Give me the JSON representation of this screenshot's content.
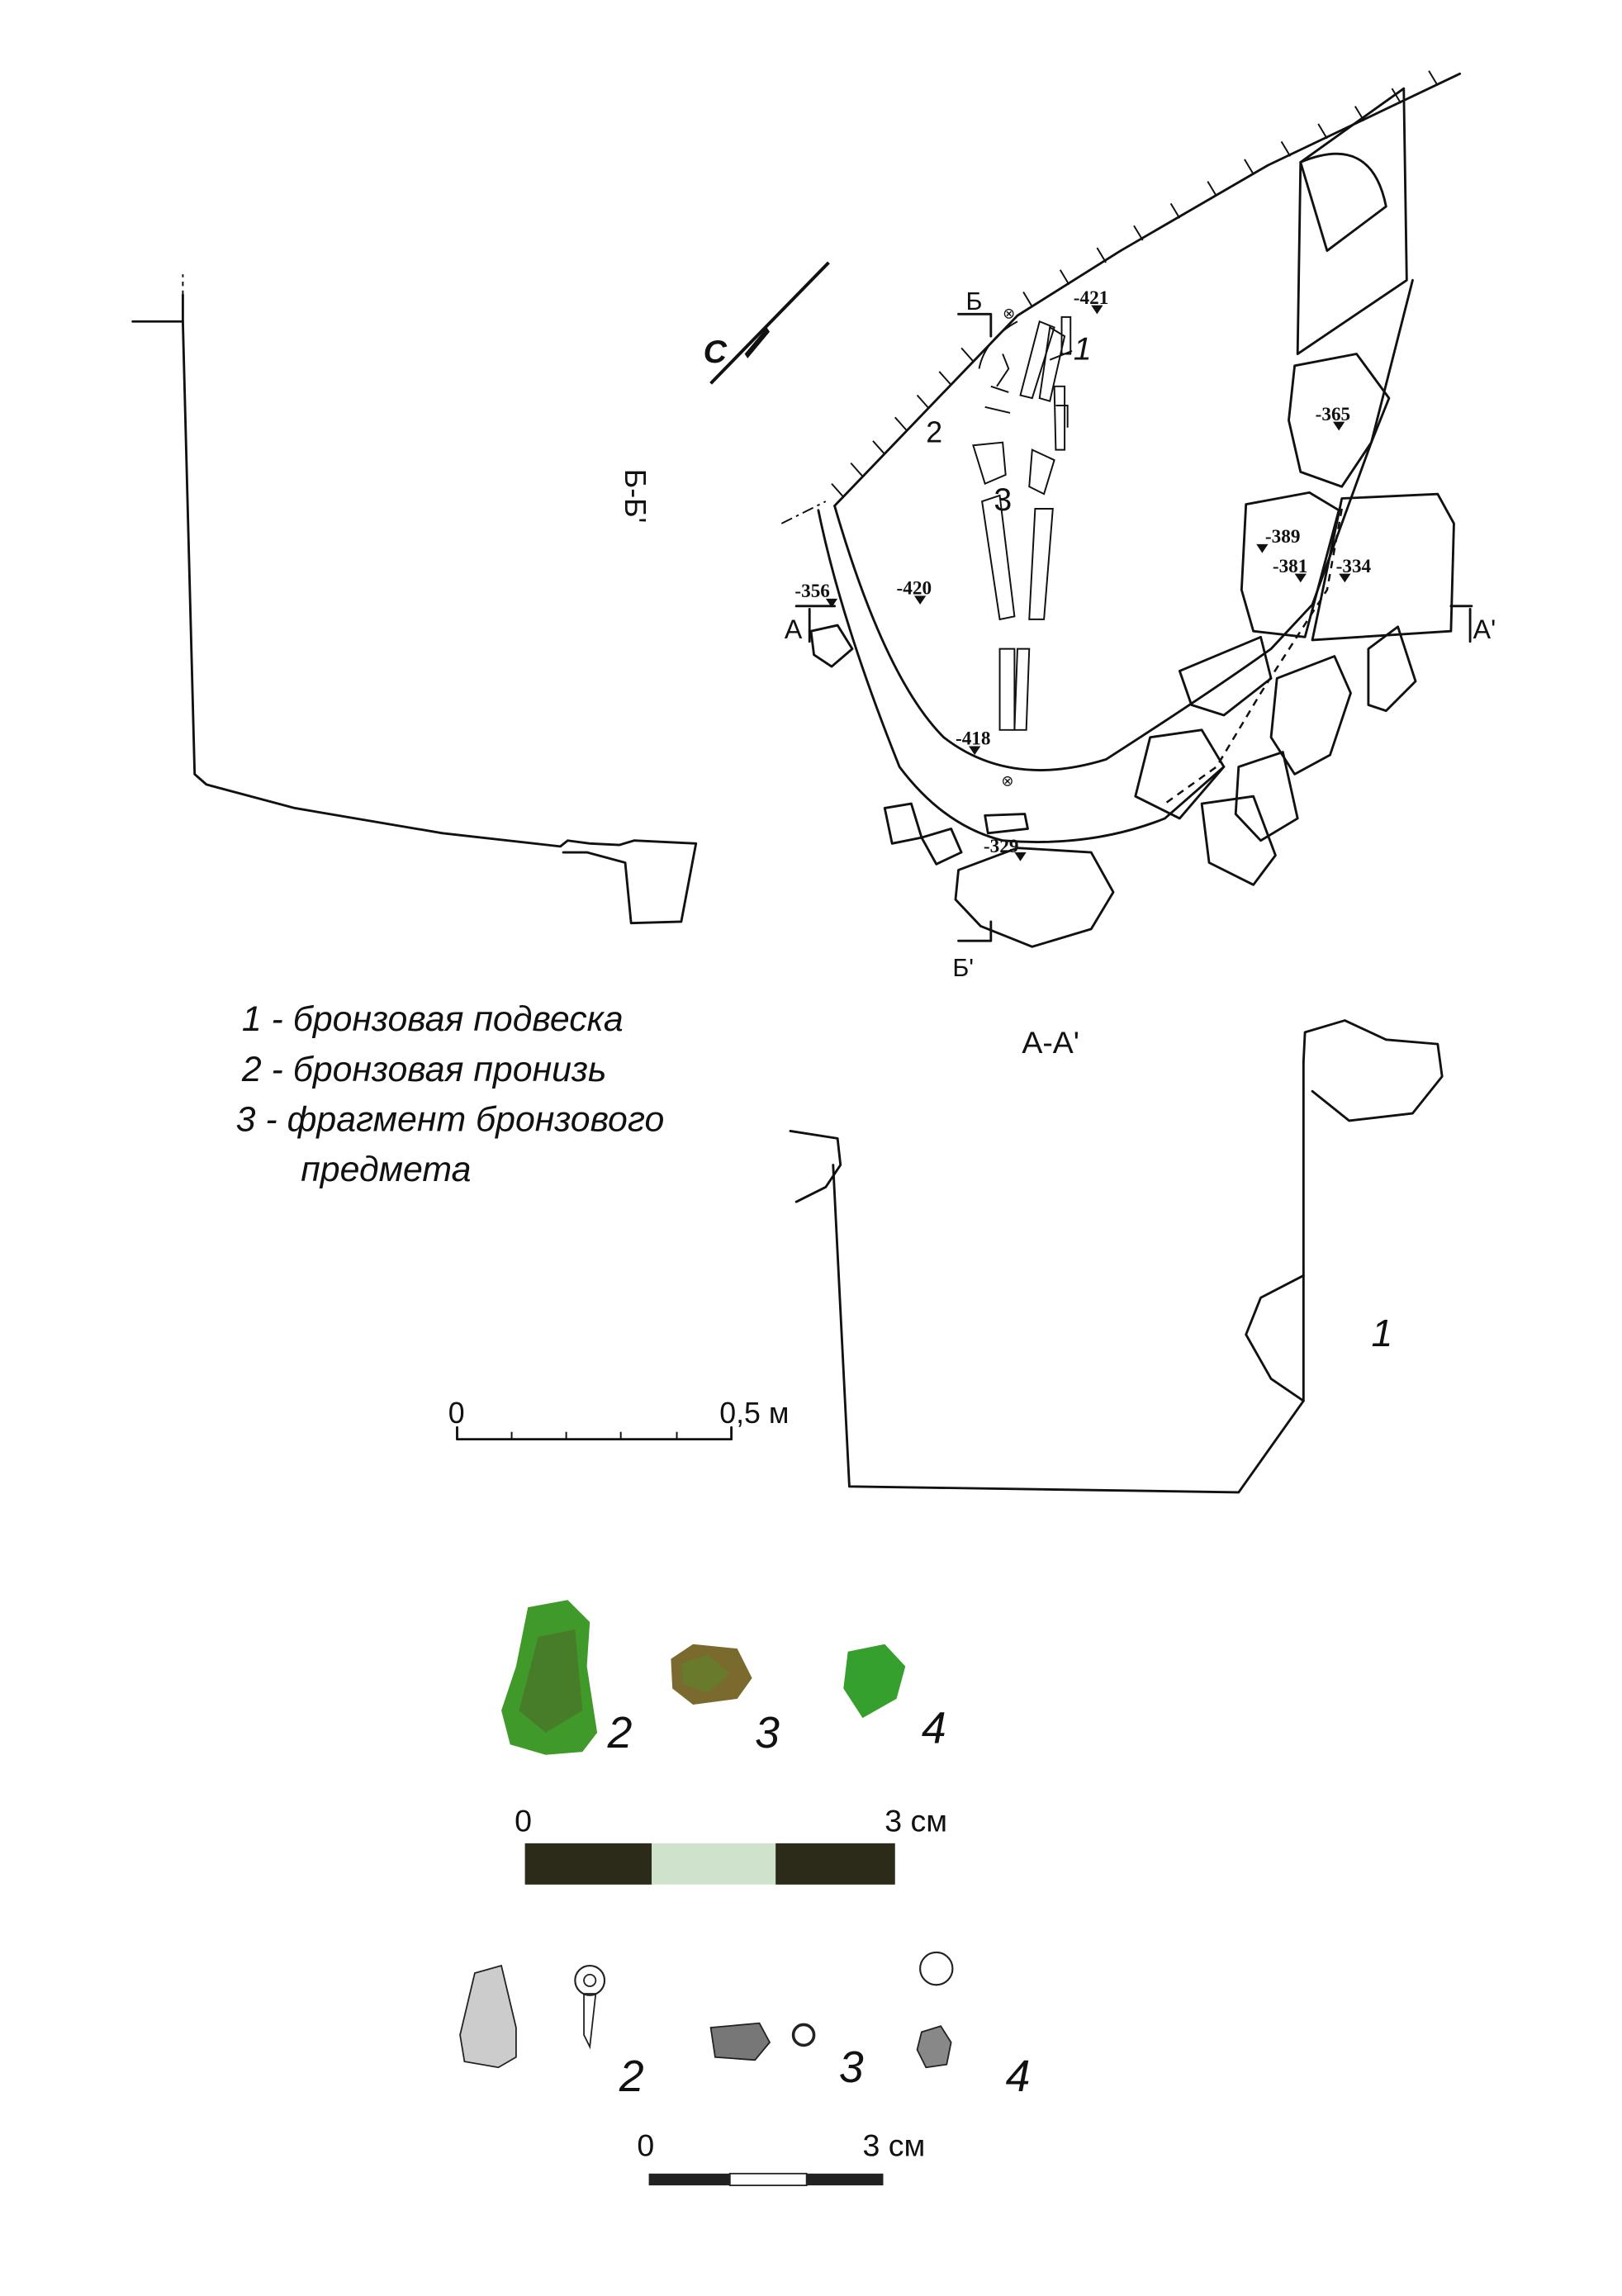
{
  "plan": {
    "north_label": "С",
    "section_labels": {
      "b": "Б",
      "b_prime": "Б'",
      "a": "А",
      "a_prime": "А'"
    },
    "find_numbers": [
      "1",
      "2",
      "3"
    ],
    "elevations": [
      "-421",
      "-365",
      "-389",
      "-381",
      "-334",
      "-356",
      "-420",
      "-418",
      "-329"
    ]
  },
  "section_bb": {
    "title": "Б-Б'"
  },
  "section_aa": {
    "title": "А-А'",
    "stone_number": "1"
  },
  "legend": {
    "items": [
      "1 - бронзовая подвеска",
      "2 - бронзовая пронизь",
      "3 - фрагмент бронзового"
    ],
    "continuation": "предмета"
  },
  "scale_plan": {
    "start": "0",
    "end": "0,5 м"
  },
  "photos": {
    "numbers": [
      "2",
      "3",
      "4"
    ],
    "bronze_color": "#3f9a2a"
  },
  "scale_photo": {
    "start": "0",
    "end": "3 см"
  },
  "drawings": {
    "numbers": [
      "2",
      "3",
      "4"
    ]
  },
  "scale_drawing": {
    "start": "0",
    "end": "3 см"
  }
}
